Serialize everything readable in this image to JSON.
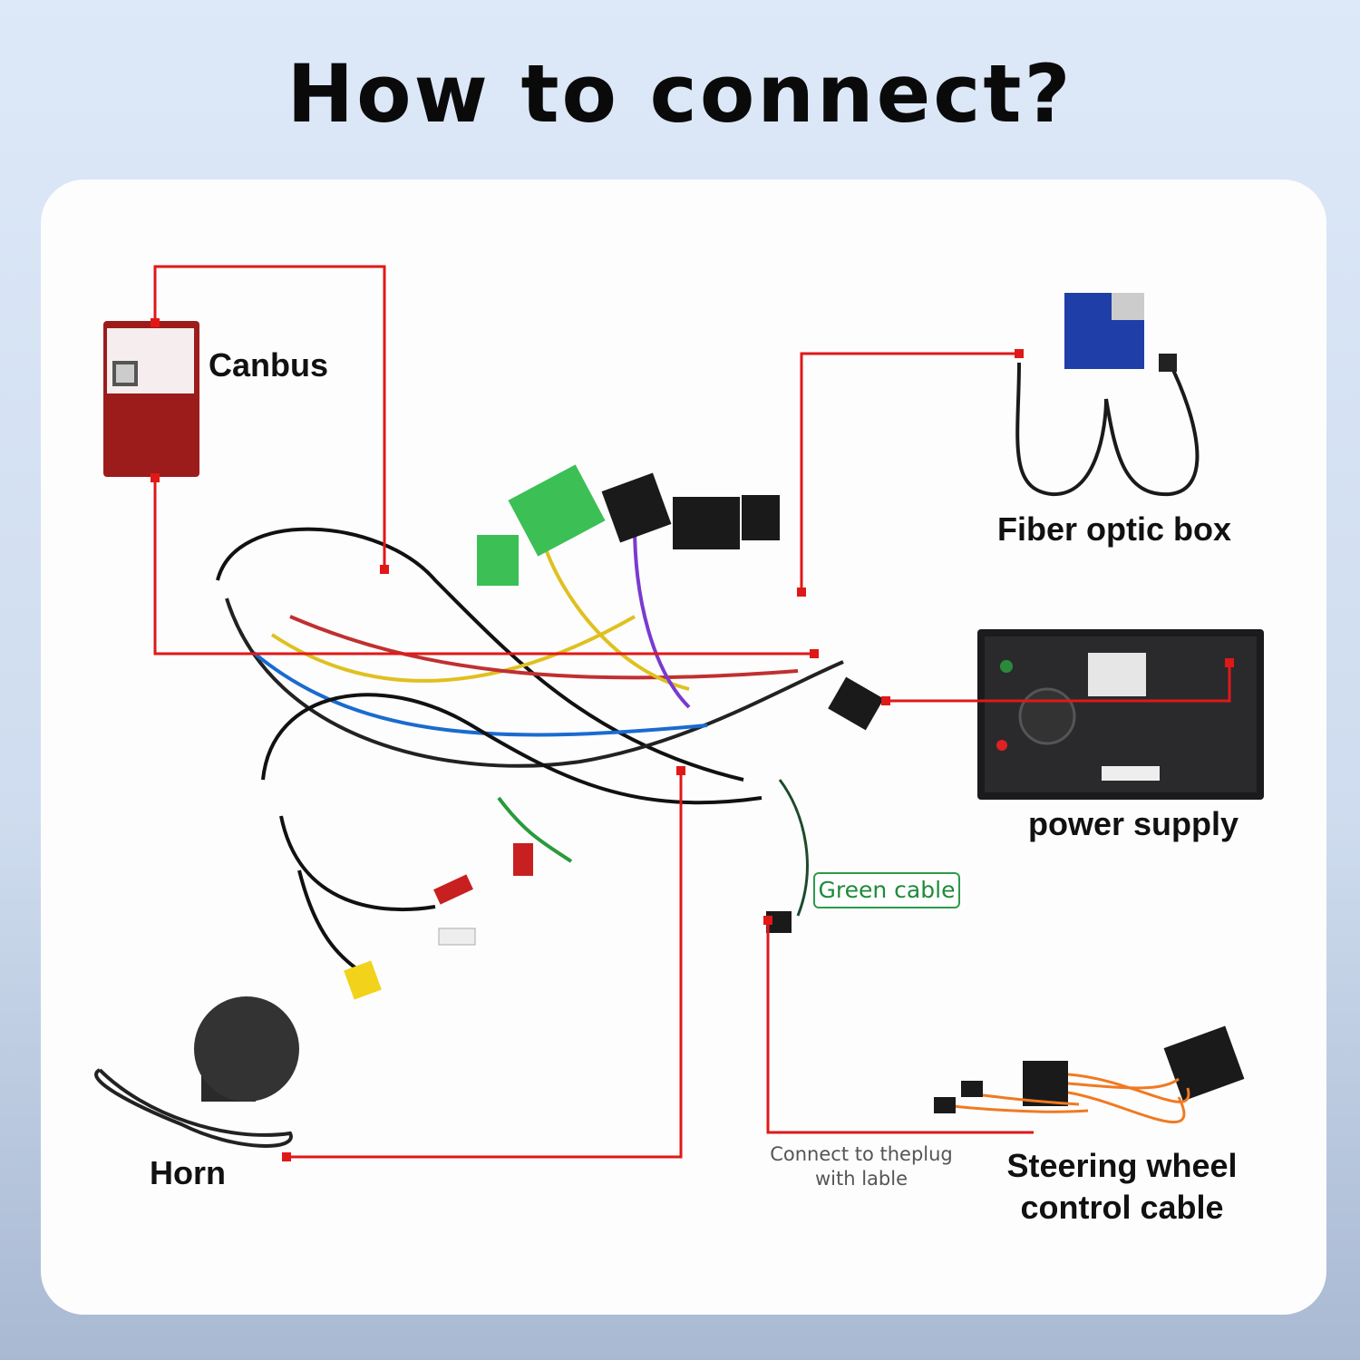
{
  "title": "How to connect?",
  "components": {
    "canbus": {
      "label": "Canbus",
      "icon": "canbus-box-icon"
    },
    "fiber_optic_box": {
      "label": "Fiber optic box",
      "icon": "fiber-optic-box-icon"
    },
    "power_supply": {
      "label": "power supply",
      "icon": "head-unit-rear-icon"
    },
    "green_cable": {
      "label": "Green cable"
    },
    "horn": {
      "label": "Horn",
      "icon": "speaker-icon"
    },
    "steering_wheel": {
      "label_line1": "Steering wheel",
      "label_line2": "control cable",
      "icon": "steering-cable-icon"
    },
    "note": {
      "line1": "Connect to theplug",
      "line2": "with lable"
    }
  },
  "colors": {
    "connector_line": "#e01818",
    "green_label": "#1f8a3b",
    "steering_cable": "#f07a22",
    "canbus_box": "#9c1c1c",
    "fiber_box": "#1f3ea8"
  }
}
